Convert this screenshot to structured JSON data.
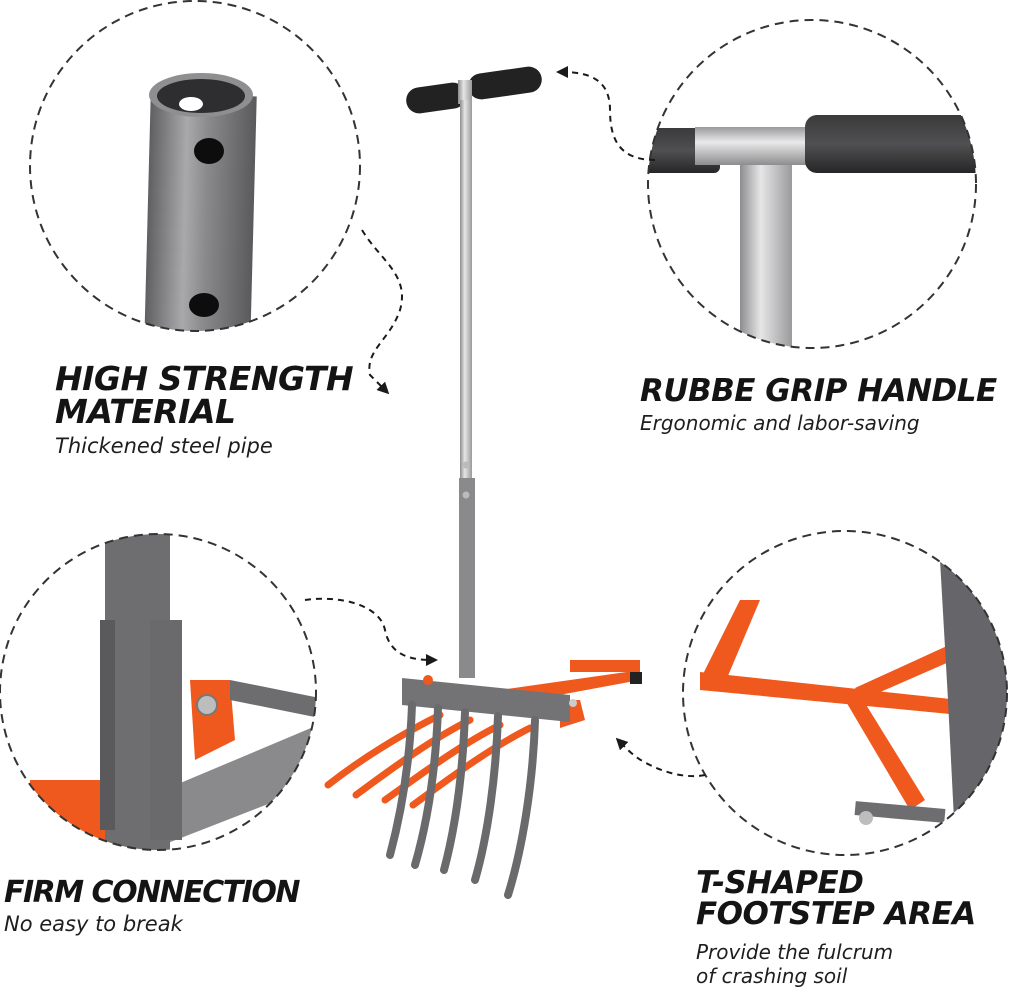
{
  "features": [
    {
      "id": "high-strength-material",
      "title_lines": [
        "HIGH STRENGTH",
        "MATERIAL"
      ],
      "subtitle_lines": [
        "Thickened steel pipe"
      ],
      "icon": "steel-pipe-closeup"
    },
    {
      "id": "rubber-grip-handle",
      "title_lines": [
        "RUBBE GRIP HANDLE"
      ],
      "subtitle_lines": [
        "Ergonomic and labor-saving"
      ],
      "icon": "t-handle-grip-closeup"
    },
    {
      "id": "firm-connection",
      "title_lines": [
        "FIRM CONNECTION"
      ],
      "subtitle_lines": [
        "No easy to break"
      ],
      "icon": "bracket-connection-closeup"
    },
    {
      "id": "t-shaped-footstep",
      "title_lines": [
        "T-SHAPED",
        "FOOTSTEP AREA"
      ],
      "subtitle_lines": [
        "Provide the fulcrum",
        "of crashing soil"
      ]
    }
  ],
  "product": {
    "name": "broadfork-garden-tiller",
    "tine_count_front": 5,
    "tine_count_back": 4
  },
  "colors": {
    "orange": "#f0591e",
    "steel_gray": "#7a7a7c",
    "dark_gray": "#5e5e60",
    "grip_black": "#222222",
    "text": "#141414",
    "dash": "#333333"
  }
}
